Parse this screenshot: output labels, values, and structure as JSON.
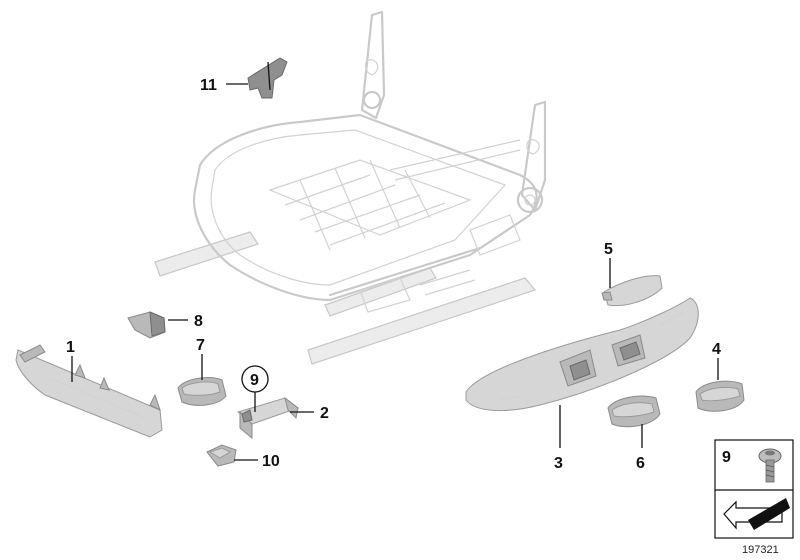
{
  "diagram": {
    "document_number": "197321",
    "callouts": [
      {
        "id": "callout-1",
        "label": "1"
      },
      {
        "id": "callout-2",
        "label": "2"
      },
      {
        "id": "callout-3",
        "label": "3"
      },
      {
        "id": "callout-4",
        "label": "4"
      },
      {
        "id": "callout-5",
        "label": "5"
      },
      {
        "id": "callout-6",
        "label": "6"
      },
      {
        "id": "callout-7",
        "label": "7"
      },
      {
        "id": "callout-8",
        "label": "8"
      },
      {
        "id": "callout-9",
        "label": "9"
      },
      {
        "id": "callout-10",
        "label": "10"
      },
      {
        "id": "callout-11",
        "label": "11"
      }
    ],
    "legend_box": {
      "item_label": "9"
    }
  }
}
